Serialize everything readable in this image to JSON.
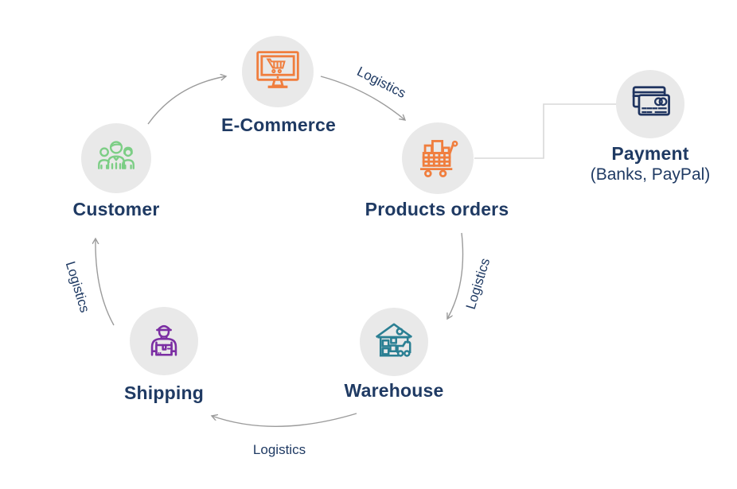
{
  "diagram": {
    "background": "#ffffff",
    "text_color": "#1f3a63",
    "circle_fill": "#e9e9e9",
    "arrow_color": "#9b9b9b",
    "connector_color": "#d8d8d8"
  },
  "nodes": [
    {
      "id": "customer",
      "label": "Customer",
      "icon": "customers-group-icon",
      "color": "#7cce85"
    },
    {
      "id": "ecommerce",
      "label": "E-Commerce",
      "icon": "monitor-cart-icon",
      "color": "#f07e3e"
    },
    {
      "id": "products-orders",
      "label": "Products orders",
      "icon": "shopping-cart-boxes-icon",
      "color": "#f07e3e"
    },
    {
      "id": "payment",
      "label": "Payment",
      "sublabel": "(Banks, PayPal)",
      "icon": "credit-cards-icon",
      "color": "#1f3460"
    },
    {
      "id": "warehouse",
      "label": "Warehouse",
      "icon": "warehouse-truck-icon",
      "color": "#2a7f93"
    },
    {
      "id": "shipping",
      "label": "Shipping",
      "icon": "delivery-man-icon",
      "color": "#7b2ea3"
    }
  ],
  "edges": [
    {
      "from": "customer",
      "to": "ecommerce",
      "label": ""
    },
    {
      "from": "ecommerce",
      "to": "products-orders",
      "label": "Logistics"
    },
    {
      "from": "products-orders",
      "to": "payment",
      "label": ""
    },
    {
      "from": "products-orders",
      "to": "warehouse",
      "label": "Logistics"
    },
    {
      "from": "warehouse",
      "to": "shipping",
      "label": "Logistics"
    },
    {
      "from": "shipping",
      "to": "customer",
      "label": "Logistics"
    }
  ]
}
